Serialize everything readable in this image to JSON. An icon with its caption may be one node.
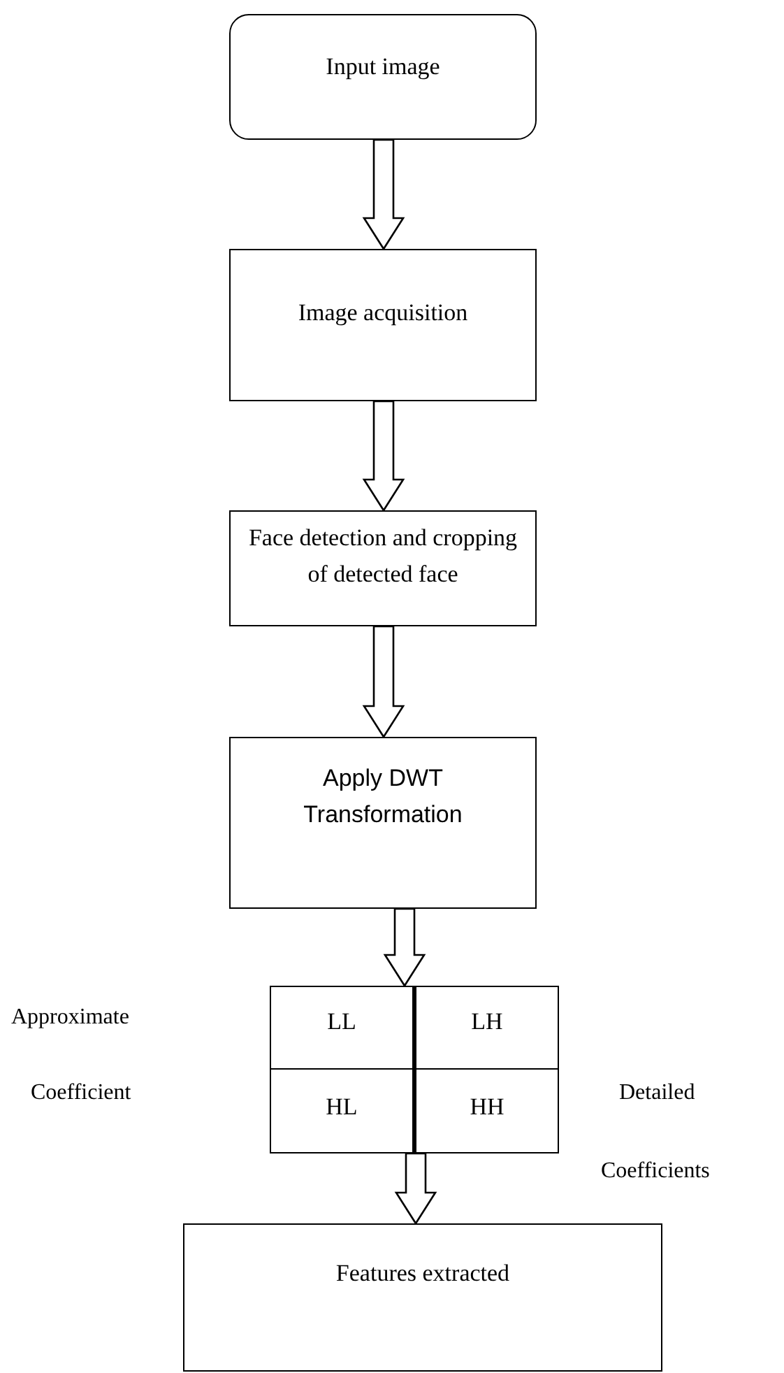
{
  "diagram": {
    "nodes": [
      {
        "text": [
          "Input image"
        ]
      },
      {
        "text": [
          "Image acquisition"
        ]
      },
      {
        "text": [
          "Face detection and cropping of detected face"
        ]
      },
      {
        "text": [
          "Apply DWT Transformation"
        ]
      },
      {
        "text": [],
        "shape": "box"
      },
      {
        "text": [
          "LL"
        ],
        "in": 4
      },
      {
        "text": [
          "LH"
        ],
        "in": 4
      },
      {
        "text": [
          "HL"
        ],
        "in": 4
      },
      {
        "text": [
          "HH"
        ],
        "in": 4
      },
      {
        "text": [
          "Features extracted"
        ]
      }
    ],
    "edges": [
      {
        "from": 0,
        "to": 1,
        "arrow": "to"
      },
      {
        "from": 1,
        "to": 2,
        "arrow": "to"
      },
      {
        "from": 2,
        "to": 3,
        "arrow": "to"
      },
      {
        "from": 3,
        "to": 4,
        "arrow": "to"
      },
      {
        "from": 4,
        "to": 9,
        "arrow": "to"
      }
    ],
    "labels": [
      "Approximate",
      "Coefficient",
      "Detailed",
      "Coefficients"
    ]
  }
}
